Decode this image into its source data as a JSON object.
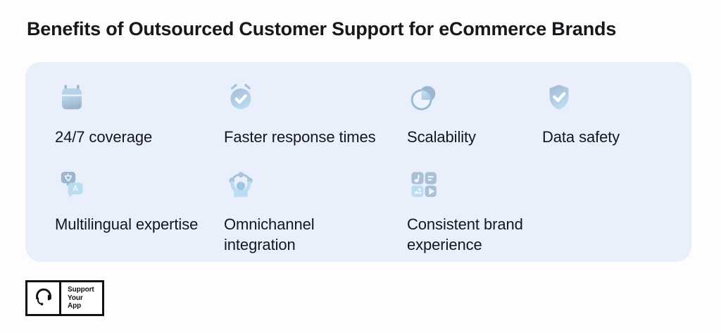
{
  "header": {
    "title": "Benefits of Outsourced Customer Support for eCommerce Brands"
  },
  "colors": {
    "page_background": "#fdfdfe",
    "panel_background": "#e9f0fc",
    "title_text": "#17181c",
    "label_text": "#15161a",
    "icon_light_blue": "#b6d9ef",
    "icon_slate_blue": "#9fb4cd",
    "logo_border": "#111111"
  },
  "panel": {
    "benefits": [
      {
        "label": "24/7 coverage",
        "icon": "calendar-icon",
        "row": 1,
        "column": 1
      },
      {
        "label": "Faster response times",
        "icon": "alarm-clock-check-icon",
        "row": 1,
        "column": 2
      },
      {
        "label": "Scalability",
        "icon": "overlapping-pie-circles-icon",
        "row": 1,
        "column": 3
      },
      {
        "label": "Data safety",
        "icon": "shield-check-icon",
        "row": 1,
        "column": 4
      },
      {
        "label": "Multilingual expertise",
        "icon": "translate-bubbles-icon",
        "row": 2,
        "column": 1
      },
      {
        "label": "Omnichannel integration",
        "icon": "network-person-icon",
        "row": 2,
        "column": 2
      },
      {
        "label": "Consistent brand experience",
        "icon": "media-tiles-grid-icon",
        "row": 2,
        "column": 3
      }
    ]
  },
  "logo": {
    "mark_icon": "headset-icon",
    "line1": "Support",
    "line2": "Your",
    "line3": "App"
  }
}
